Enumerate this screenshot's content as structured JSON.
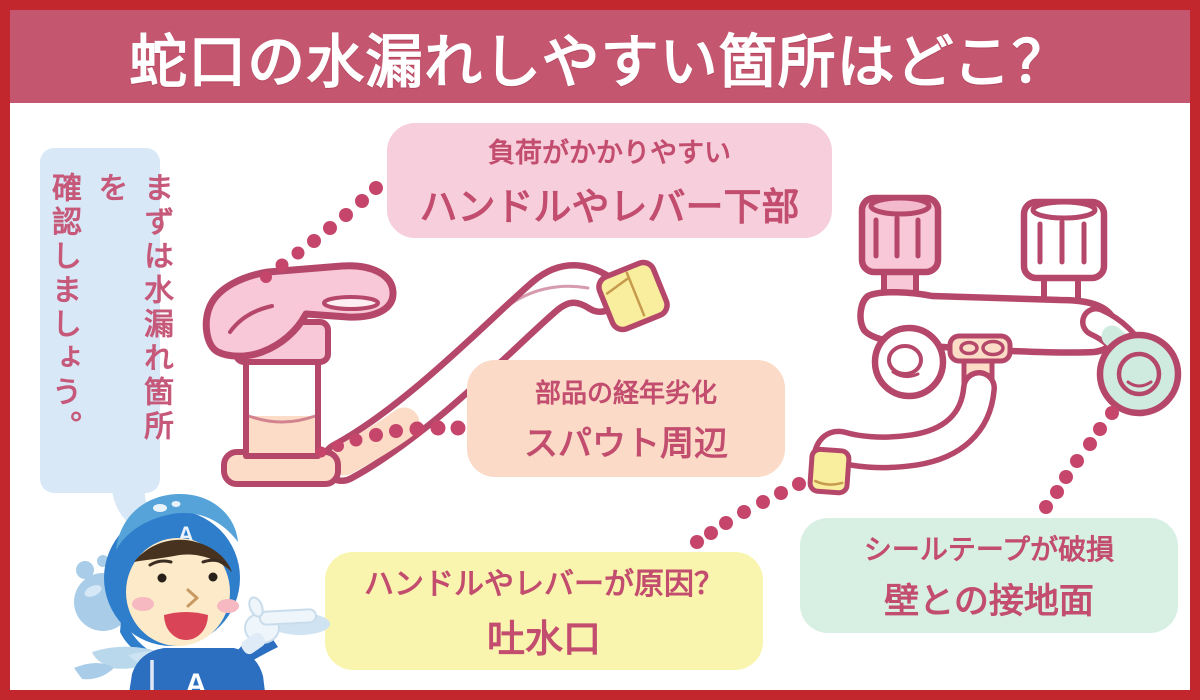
{
  "title": "蛇口の水漏れしやすい箇所はどこ？",
  "intro_bubble": {
    "line1": "まずは水漏れ箇所を",
    "line2": "確認しましょう。"
  },
  "callouts": {
    "handle_lower": {
      "subtitle": "負荷がかかりやすい",
      "title": "ハンドルやレバー下部"
    },
    "spout_area": {
      "subtitle": "部品の経年劣化",
      "title": "スパウト周辺"
    },
    "water_outlet": {
      "subtitle": "ハンドルやレバーが原因？",
      "title": "吐水口"
    },
    "wall_contact": {
      "subtitle": "シールテープが破損",
      "title": "壁との接地面"
    }
  },
  "character": {
    "hood_letter": "A",
    "chest_letter": "A"
  },
  "icons": [
    "single-lever-faucet-illustration",
    "two-handle-wall-faucet-illustration",
    "mascot-plumber-character",
    "speech-bubble",
    "dotted-connector"
  ],
  "colors": {
    "frame_red": "#c1272d",
    "banner_rose": "#c4566f",
    "text_rose": "#c24d6e",
    "outline_rose": "#b5486a",
    "dot_rose": "#c6466b",
    "callout_pink": "#f7cedb",
    "callout_peach": "#fbdac7",
    "callout_yellow": "#faf5ae",
    "callout_mint": "#d8f0e4",
    "bubble_blue": "#d8e8f7",
    "highlight_yellow": "#f9ee9d",
    "highlight_mint": "#cfeade",
    "faucet_pink": "#f8c8d8",
    "faucet_peach": "#fcdcc6",
    "mascot_blue": "#2e7ecb"
  }
}
